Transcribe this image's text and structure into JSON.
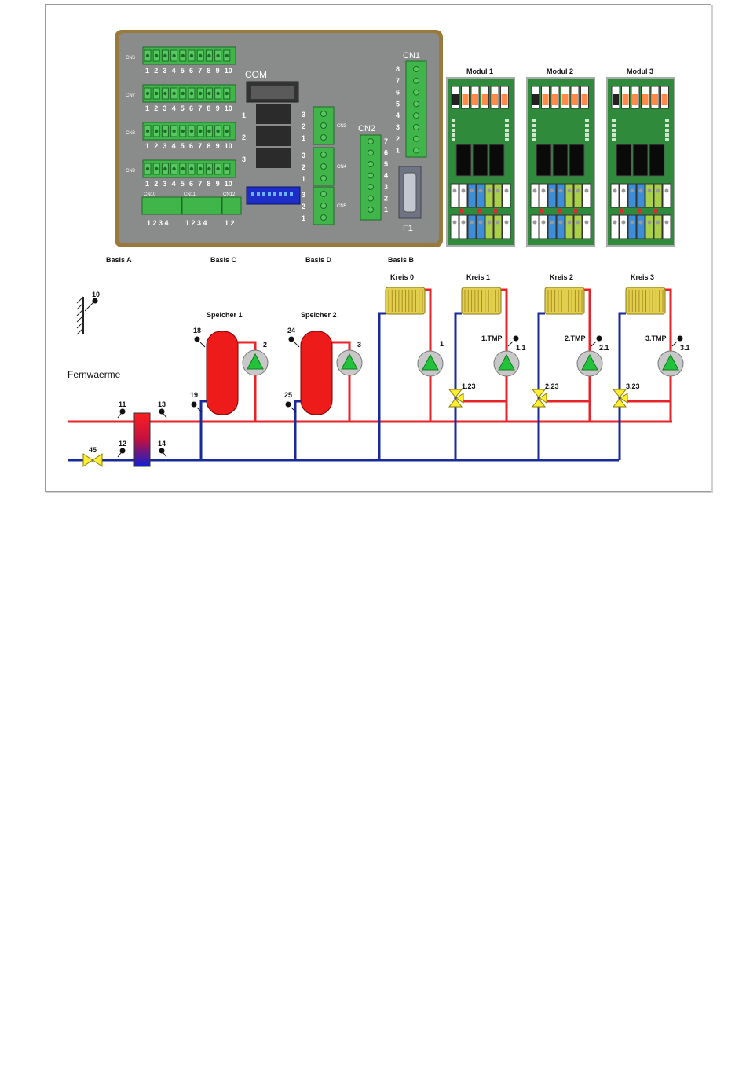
{
  "colors": {
    "supply": "#e8232a",
    "return": "#1a2a9a",
    "board": "#8a8c8c",
    "board_edge": "#9a7a3c",
    "terminal": "#3fb54a",
    "pump_green": "#22c33a",
    "tank": "#ee1b1b",
    "radiator": "#e3cf4e",
    "module_pcb": "#2f8a3b"
  },
  "controller": {
    "connector_left_labels": [
      "CN6",
      "CN7",
      "CN8",
      "CN9"
    ],
    "pin_numbers_10": [
      "1",
      "2",
      "3",
      "4",
      "5",
      "6",
      "7",
      "8",
      "9",
      "10"
    ],
    "bottom_connector_labels": [
      "CN10",
      "CN11",
      "CN12"
    ],
    "bottom_pin_groups": [
      "1 2 3 4",
      "1 2 3 4",
      "1 2"
    ],
    "com_label": "COM",
    "com_slot_numbers": [
      "1",
      "2",
      "3"
    ],
    "com_pin_numbers": [
      "3",
      "2",
      "1"
    ],
    "mid_connector_labels": [
      "CN3",
      "CN4",
      "CN5"
    ],
    "cn2_label": "CN2",
    "cn2_pins": [
      "7",
      "6",
      "5",
      "4",
      "3",
      "2",
      "1"
    ],
    "cn1_label": "CN1",
    "cn1_pins": [
      "8",
      "7",
      "6",
      "5",
      "4",
      "3",
      "2",
      "1"
    ],
    "fuse_label": "F1"
  },
  "modules": {
    "labels": [
      "Modul 1",
      "Modul 2",
      "Modul 3"
    ]
  },
  "basis_labels": [
    "Basis A",
    "Basis C",
    "Basis D",
    "Basis B"
  ],
  "hydraulic": {
    "outdoor_sensor": "10",
    "district_heating": "Fernwaerme",
    "valve_main": "45",
    "hx_sensors": [
      "11",
      "12",
      "13",
      "14"
    ],
    "speicher": [
      {
        "name": "Speicher 1",
        "sensor_top": "18",
        "sensor_bottom": "19",
        "pump": "2"
      },
      {
        "name": "Speicher 2",
        "sensor_top": "24",
        "sensor_bottom": "25",
        "pump": "3"
      }
    ],
    "kreis": [
      {
        "name": "Kreis 0",
        "pump": "1"
      },
      {
        "name": "Kreis 1",
        "pump": "1.1",
        "tmp": "1.TMP",
        "valve": "1.23"
      },
      {
        "name": "Kreis 2",
        "pump": "2.1",
        "tmp": "2.TMP",
        "valve": "2.23"
      },
      {
        "name": "Kreis 3",
        "pump": "3.1",
        "tmp": "3.TMP",
        "valve": "3.23"
      }
    ]
  }
}
